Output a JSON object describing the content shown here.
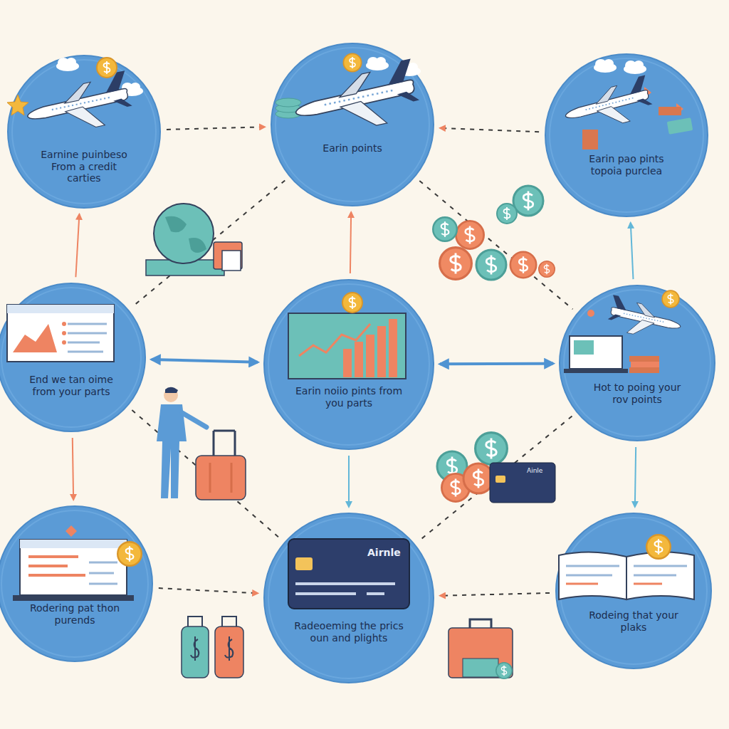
{
  "diagram": {
    "nodes": [
      {
        "text": [
          "Earnine puinbeso From a credit carties"
        ]
      },
      {
        "text": [
          "Earin points"
        ]
      },
      {
        "text": [
          "Earin pao pints topoia purclea"
        ]
      },
      {
        "text": [
          "End we tan oime from your parts"
        ]
      },
      {
        "text": [
          "Earin noiio pints from you parts"
        ]
      },
      {
        "text": [
          "Hot to poing your rov points"
        ]
      },
      {
        "text": [
          "Rodering pat thon purends"
        ]
      },
      {
        "text": [
          "Radeoeming the prics oun and plights"
        ]
      },
      {
        "text": [
          "Rodeing that your plaks"
        ]
      }
    ],
    "edges": [
      {
        "from": 0,
        "to": 1,
        "arrow": "to"
      },
      {
        "from": 2,
        "to": 1,
        "arrow": "to"
      },
      {
        "from": 3,
        "to": 0,
        "arrow": "to"
      },
      {
        "from": 5,
        "to": 2,
        "arrow": "to"
      },
      {
        "from": 3,
        "to": 4,
        "arrow": "both"
      },
      {
        "from": 4,
        "to": 5,
        "arrow": "both"
      },
      {
        "from": 3,
        "to": 6,
        "arrow": "to"
      },
      {
        "from": 4,
        "to": 7,
        "arrow": "to"
      },
      {
        "from": 5,
        "to": 8,
        "arrow": "to"
      },
      {
        "from": 6,
        "to": 7,
        "arrow": "to"
      },
      {
        "from": 8,
        "to": 7,
        "arrow": "to"
      },
      {
        "from": 4,
        "to": 1,
        "arrow": "to"
      },
      {
        "from": 1,
        "to": 3,
        "arrow": "none"
      },
      {
        "from": 1,
        "to": 5,
        "arrow": "none"
      },
      {
        "from": 3,
        "to": 7,
        "arrow": "none"
      },
      {
        "from": 5,
        "to": 7,
        "arrow": "none"
      }
    ],
    "labels": [
      "Airnle",
      "Ainle"
    ]
  }
}
